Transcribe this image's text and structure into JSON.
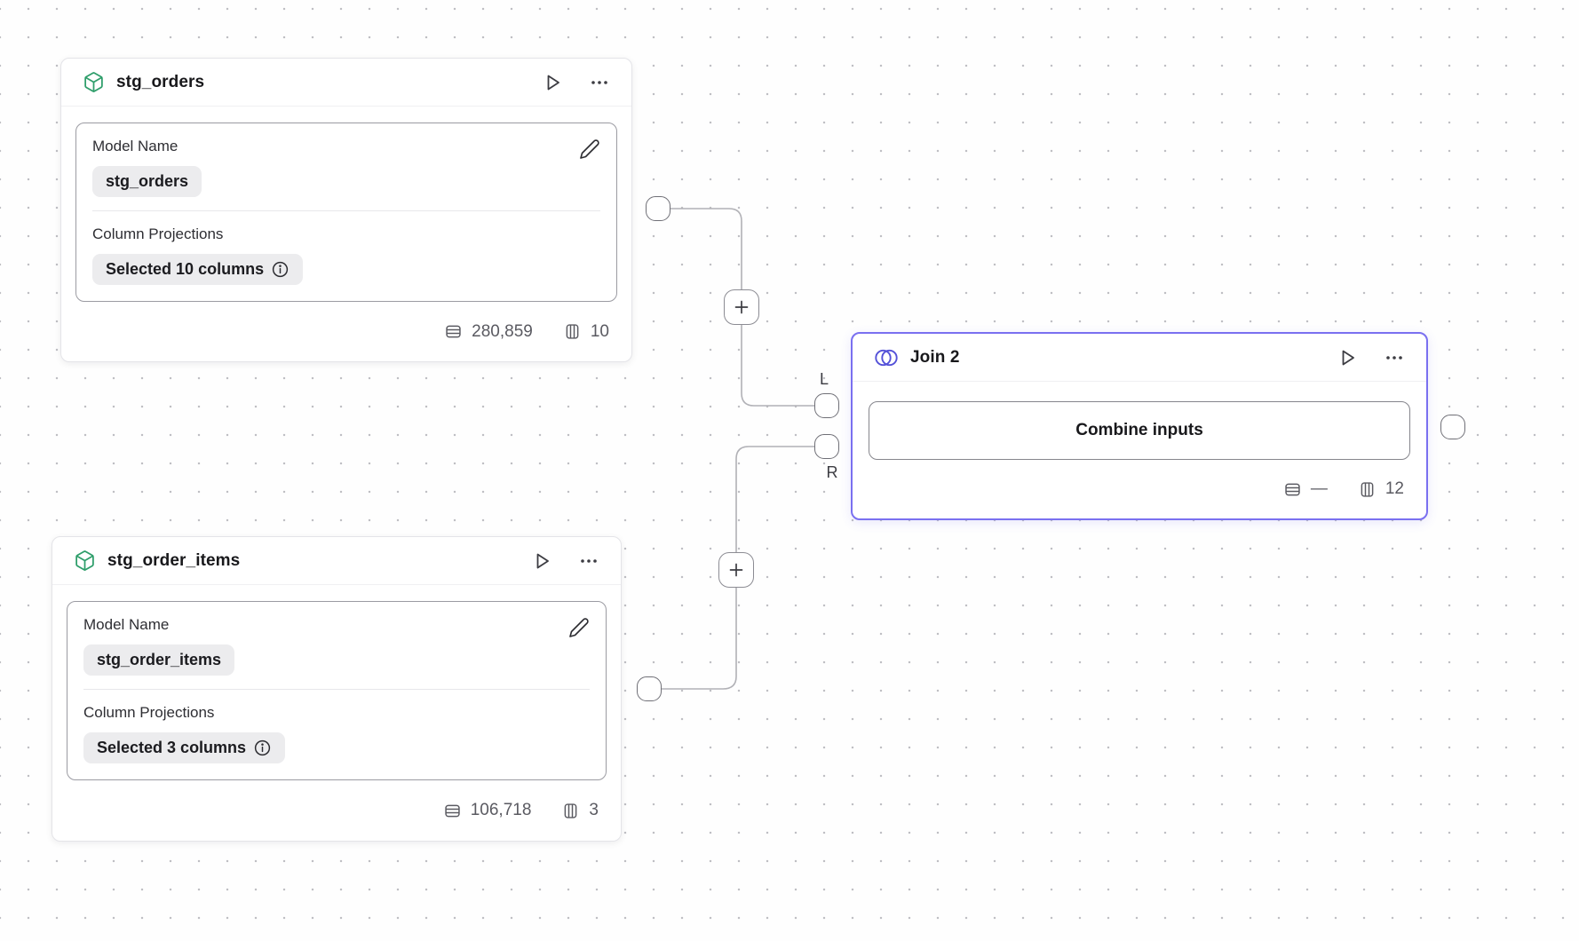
{
  "canvas": {
    "background_color": "#fefefe",
    "dot_color": "#bfbfc4",
    "edge_color": "#b1b1b6"
  },
  "icons": {
    "model_node": "cube-icon",
    "join_node": "venn-circles-icon",
    "run": "play-icon",
    "menu": "ellipsis-icon",
    "edit": "pencil-icon",
    "info": "info-circle-icon",
    "rows": "row-count-icon",
    "columns": "column-count-icon",
    "add_step": "plus-icon"
  },
  "nodes": {
    "stg_orders": {
      "title": "stg_orders",
      "accent_color": "#2f9e6b",
      "model_name_label": "Model Name",
      "model_name_value": "stg_orders",
      "column_projections_label": "Column Projections",
      "column_projections_value": "Selected 10 columns",
      "row_count": "280,859",
      "column_count": "10"
    },
    "stg_order_items": {
      "title": "stg_order_items",
      "accent_color": "#2f9e6b",
      "model_name_label": "Model Name",
      "model_name_value": "stg_order_items",
      "column_projections_label": "Column Projections",
      "column_projections_value": "Selected 3 columns",
      "row_count": "106,718",
      "column_count": "3"
    },
    "join": {
      "title": "Join 2",
      "accent_color": "#7a70f0",
      "combine_button_label": "Combine inputs",
      "row_count": "—",
      "column_count": "12",
      "left_port_label": "L",
      "right_port_label": "R"
    }
  }
}
